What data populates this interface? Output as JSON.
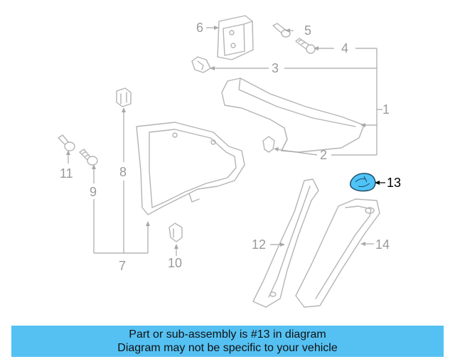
{
  "callouts": {
    "c1": "1",
    "c2": "2",
    "c3": "3",
    "c4": "4",
    "c5": "5",
    "c6": "6",
    "c7": "7",
    "c8": "8",
    "c9": "9",
    "c10": "10",
    "c11": "11",
    "c12": "12",
    "c13": "13",
    "c14": "14"
  },
  "highlight": {
    "part": "13",
    "color": "#4fc3f7"
  },
  "banner": {
    "line1": "Part or sub-assembly is #13 in diagram",
    "line2": "Diagram may not be specific to your vehicle",
    "color": "#55c1f3"
  }
}
